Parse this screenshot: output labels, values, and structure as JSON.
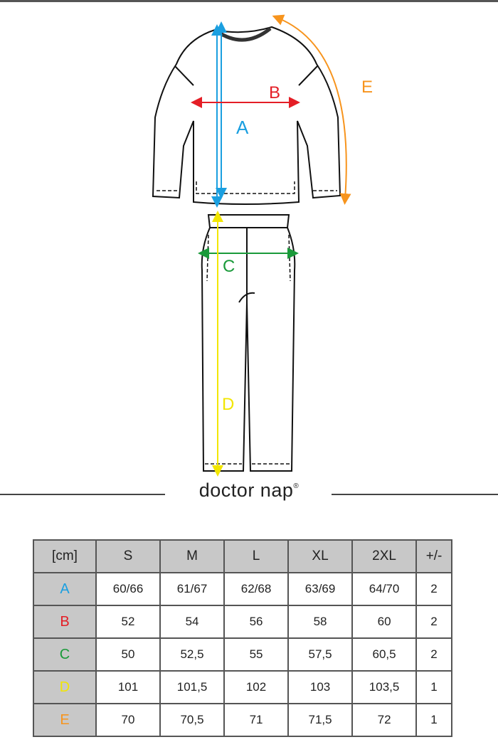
{
  "brand": {
    "name": "doctor nap",
    "mark": "®"
  },
  "diagram": {
    "labels": [
      {
        "key": "A",
        "color": "#1a9fe0",
        "measures": "top length"
      },
      {
        "key": "B",
        "color": "#e41e26",
        "measures": "chest width"
      },
      {
        "key": "C",
        "color": "#1a9a3a",
        "measures": "waist width"
      },
      {
        "key": "D",
        "color": "#f2e600",
        "measures": "trouser length"
      },
      {
        "key": "E",
        "color": "#f7941d",
        "measures": "sleeve length"
      }
    ]
  },
  "table": {
    "unit": "[cm]",
    "headers": [
      "S",
      "M",
      "L",
      "XL",
      "2XL",
      "+/-"
    ],
    "rows": [
      {
        "label": "A",
        "color": "#1a9fe0",
        "values": [
          "60/66",
          "61/67",
          "62/68",
          "63/69",
          "64/70",
          "2"
        ]
      },
      {
        "label": "B",
        "color": "#e41e26",
        "values": [
          "52",
          "54",
          "56",
          "58",
          "60",
          "2"
        ]
      },
      {
        "label": "C",
        "color": "#1a9a3a",
        "values": [
          "50",
          "52,5",
          "55",
          "57,5",
          "60,5",
          "2"
        ]
      },
      {
        "label": "D",
        "color": "#f2e600",
        "values": [
          "101",
          "101,5",
          "102",
          "103",
          "103,5",
          "1"
        ]
      },
      {
        "label": "E",
        "color": "#f7941d",
        "values": [
          "70",
          "70,5",
          "71",
          "71,5",
          "72",
          "1"
        ]
      }
    ]
  }
}
